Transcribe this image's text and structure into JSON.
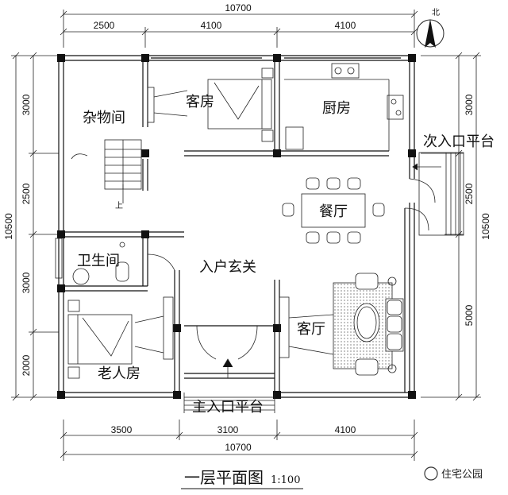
{
  "dimensions": {
    "top_total": "10700",
    "top_segments": [
      "2500",
      "4100",
      "4100"
    ],
    "bottom_segments": [
      "3500",
      "3100",
      "4100"
    ],
    "bottom_total": "10700",
    "left_total": "10500",
    "left_segments": [
      "3000",
      "2500",
      "3000",
      "2000"
    ],
    "right_total": "10500",
    "right_segments": [
      "3000",
      "2500",
      "5000"
    ]
  },
  "rooms": {
    "storage": "杂物间",
    "guest_room": "客房",
    "kitchen": "厨房",
    "dining": "餐厅",
    "bathroom": "卫生间",
    "entry_hall": "入户玄关",
    "living": "客厅",
    "elder_room": "老人房",
    "stair_up": "上"
  },
  "entrances": {
    "main": "主入口平台",
    "secondary": "次入口平台"
  },
  "north_mark": "北",
  "drawing_title": "一层平面图",
  "drawing_scale": "1:100",
  "watermark": "住宅公园"
}
